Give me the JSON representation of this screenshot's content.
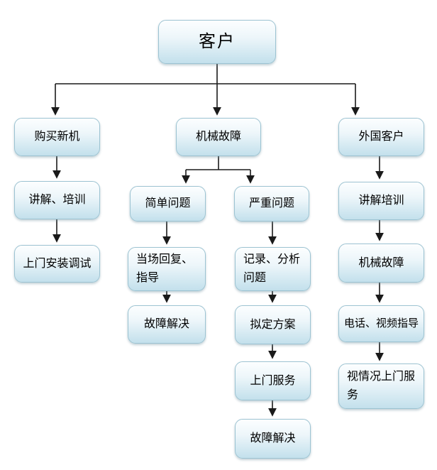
{
  "flowchart": {
    "nodes": {
      "customer": "客户",
      "buy_new_machine": "购买新机",
      "mechanical_fault": "机械故障",
      "foreign_customer": "外国客户",
      "explain_training_left": "讲解、培训",
      "onsite_install_debug": "上门安装调试",
      "simple_problem": "简单问题",
      "serious_problem": "严重问题",
      "onsite_reply_guide": "当场回复、指导",
      "fault_solved_simple": "故障解决",
      "record_analyze_problem": "记录、分析问题",
      "draft_plan": "拟定方案",
      "onsite_service": "上门服务",
      "fault_solved_serious": "故障解决",
      "explain_training_right": "讲解培训",
      "mechanical_fault_right": "机械故障",
      "phone_video_guide": "电话、视频指导",
      "onsite_service_depends": "视情况上门服务"
    },
    "edges": [
      {
        "from": "客户",
        "to": "购买新机"
      },
      {
        "from": "客户",
        "to": "机械故障"
      },
      {
        "from": "客户",
        "to": "外国客户"
      },
      {
        "from": "购买新机",
        "to": "讲解、培训"
      },
      {
        "from": "讲解、培训",
        "to": "上门安装调试"
      },
      {
        "from": "机械故障",
        "to": "简单问题"
      },
      {
        "from": "机械故障",
        "to": "严重问题"
      },
      {
        "from": "简单问题",
        "to": "当场回复、指导"
      },
      {
        "from": "当场回复、指导",
        "to": "故障解决"
      },
      {
        "from": "严重问题",
        "to": "记录、分析问题"
      },
      {
        "from": "记录、分析问题",
        "to": "拟定方案"
      },
      {
        "from": "拟定方案",
        "to": "上门服务"
      },
      {
        "from": "上门服务",
        "to": "故障解决"
      },
      {
        "from": "外国客户",
        "to": "讲解培训"
      },
      {
        "from": "讲解培训",
        "to": "机械故障"
      },
      {
        "from": "机械故障",
        "to": "电话、视频指导"
      },
      {
        "from": "电话、视频指导",
        "to": "视情况上门服务"
      }
    ],
    "colors": {
      "box_fill_top": "#fcfeff",
      "box_fill_bottom": "#c3e0ec",
      "box_border": "#9cc3d2",
      "connector": "#1a1a1a",
      "background": "#ffffff",
      "text": "#000000"
    }
  }
}
